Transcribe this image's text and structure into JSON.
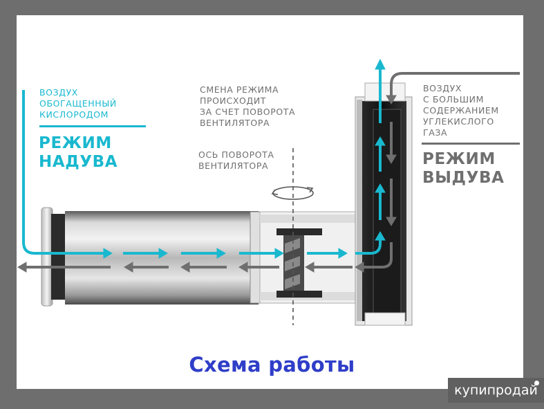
{
  "diagram": {
    "inflow_label": "ВОЗДУХ\nОБОГАЩЕННЫЙ\nКИСЛОРОДОМ",
    "inflow_mode": "РЕЖИМ\nНАДУВА",
    "switch_label": "СМЕНА РЕЖИМА\nПРОИСХОДИТ\nЗА СЧЕТ ПОВОРОТА\nВЕНТИЛЯТОРА",
    "axis_label": "ОСЬ ПОВОРОТА\nВЕНТИЛЯТОРА",
    "outflow_label": "ВОЗДУХ\nС БОЛЬШИМ\nСОДЕРЖАНИЕМ\nУГЛЕКИСЛОГО\nГАЗА",
    "outflow_mode": "РЕЖИМ\nВЫДУВА",
    "caption": "Схема работы"
  },
  "watermark": {
    "text": "купипродай"
  },
  "colors": {
    "inflow": "#19b8cf",
    "outflow": "#6f6f6f",
    "caption": "#2f3ec8"
  }
}
